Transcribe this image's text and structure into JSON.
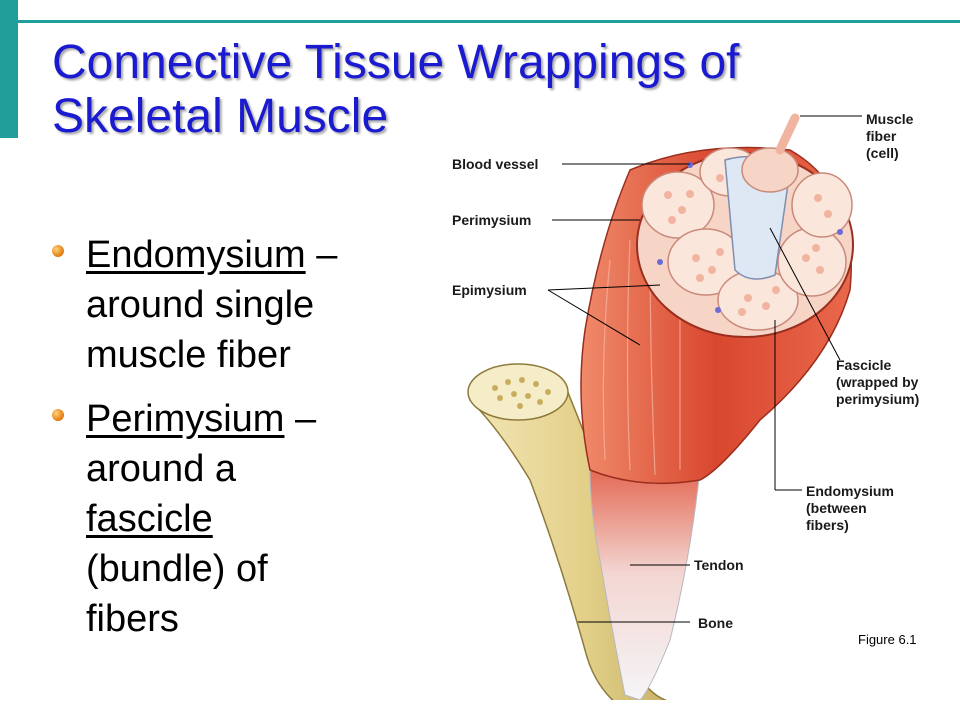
{
  "slide": {
    "title_line1": "Connective Tissue Wrappings of",
    "title_line2": "Skeletal Muscle",
    "bullets": [
      {
        "term": "Endomysium",
        "dash": " –",
        "lines": [
          "around single",
          "muscle fiber"
        ]
      },
      {
        "term": "Perimysium",
        "dash": " –",
        "lines": [
          "around a"
        ],
        "underlined": "fascicle",
        "rest": [
          "(bundle) of",
          "fibers"
        ]
      }
    ],
    "caption": "Figure 6.1"
  },
  "figure": {
    "labels": {
      "blood_vessel": "Blood vessel",
      "perimysium": "Perimysium",
      "epimysium": "Epimysium",
      "muscle_fiber_1": "Muscle",
      "muscle_fiber_2": "fiber",
      "muscle_fiber_3": "(cell)",
      "fascicle_1": "Fascicle",
      "fascicle_2": "(wrapped by",
      "fascicle_3": "perimysium)",
      "endomysium_1": "Endomysium",
      "endomysium_2": "(between",
      "endomysium_3": "fibers)",
      "tendon": "Tendon",
      "bone": "Bone"
    }
  },
  "colors": {
    "accent": "#1f9e9a",
    "title": "#1a1ad0",
    "muscle": "#e0533a",
    "bone": "#e8d79a"
  }
}
